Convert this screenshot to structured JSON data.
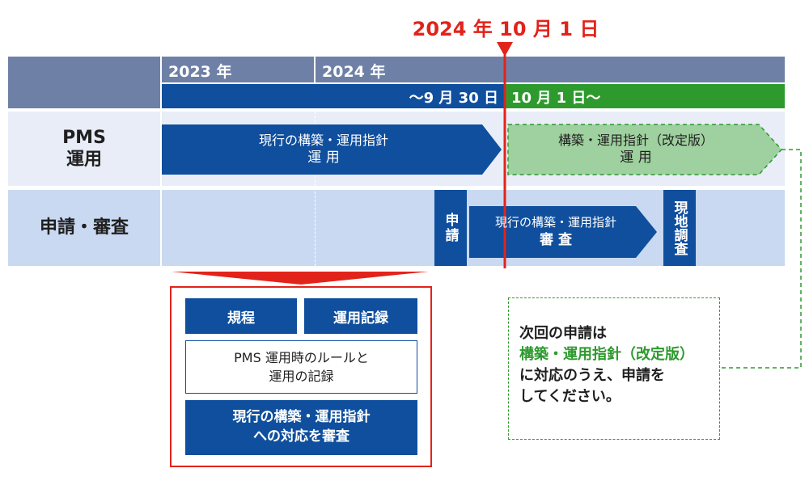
{
  "deadline": {
    "label": "2024 年 10 月 1 日",
    "color": "#e2231a"
  },
  "timeline": {
    "year_2023": "2023 年",
    "year_2024": "2024 年",
    "period_before": "～9 月 30 日",
    "period_after": "10 月 1 日～"
  },
  "rows": {
    "pms_label_line1": "PMS",
    "pms_label_line2": "運用",
    "review_label": "申請・審査"
  },
  "pms": {
    "current_line1": "現行の構築・運用指針",
    "current_line2": "運 用",
    "revised_line1": "構築・運用指針（改定版）",
    "revised_line2": "運 用"
  },
  "review": {
    "apply": "申請",
    "review_line1": "現行の構築・運用指針",
    "review_line2": "審 査",
    "onsite": "現地調査"
  },
  "detail": {
    "rules": "規程",
    "records": "運用記録",
    "desc_line1": "PMS 運用時のルールと",
    "desc_line2": "運用の記録",
    "check_line1": "現行の構築・運用指針",
    "check_line2": "への対応を審査"
  },
  "note": {
    "line1": "次回の申請は",
    "line2": "構築・運用指針（改定版）",
    "line3": "に対応のうえ、申請を",
    "line4": "してください。"
  },
  "colors": {
    "navy": "#0f4f9e",
    "green": "#2e9a2e",
    "light_green": "#9fd09f",
    "header_gray": "#6e80a6",
    "red": "#e2231a"
  }
}
